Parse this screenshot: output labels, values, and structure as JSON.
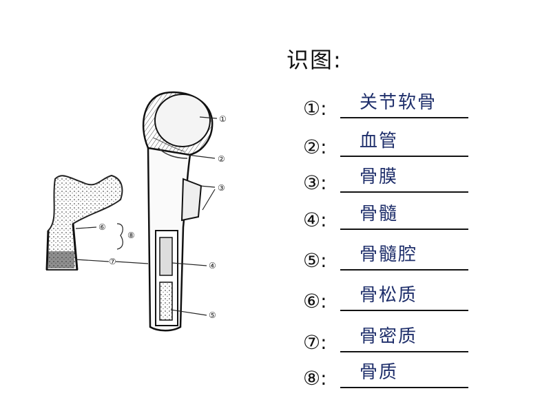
{
  "title": "识图:",
  "items": [
    {
      "num": "①:",
      "answer": "关节软骨",
      "callout": "①"
    },
    {
      "num": "②:",
      "answer": "血管",
      "callout": "②"
    },
    {
      "num": "③:",
      "answer": "骨膜",
      "callout": "③"
    },
    {
      "num": "④:",
      "answer": "骨髓",
      "callout": "④"
    },
    {
      "num": "⑤:",
      "answer": "骨髓腔",
      "callout": "⑤"
    },
    {
      "num": "⑥:",
      "answer": "骨松质",
      "callout": "⑥"
    },
    {
      "num": "⑦:",
      "answer": "骨密质",
      "callout": "⑦"
    },
    {
      "num": "⑧:",
      "answer": "骨质",
      "callout": "⑧"
    }
  ],
  "colors": {
    "answer": "#1f2f6b",
    "text": "#111111"
  }
}
